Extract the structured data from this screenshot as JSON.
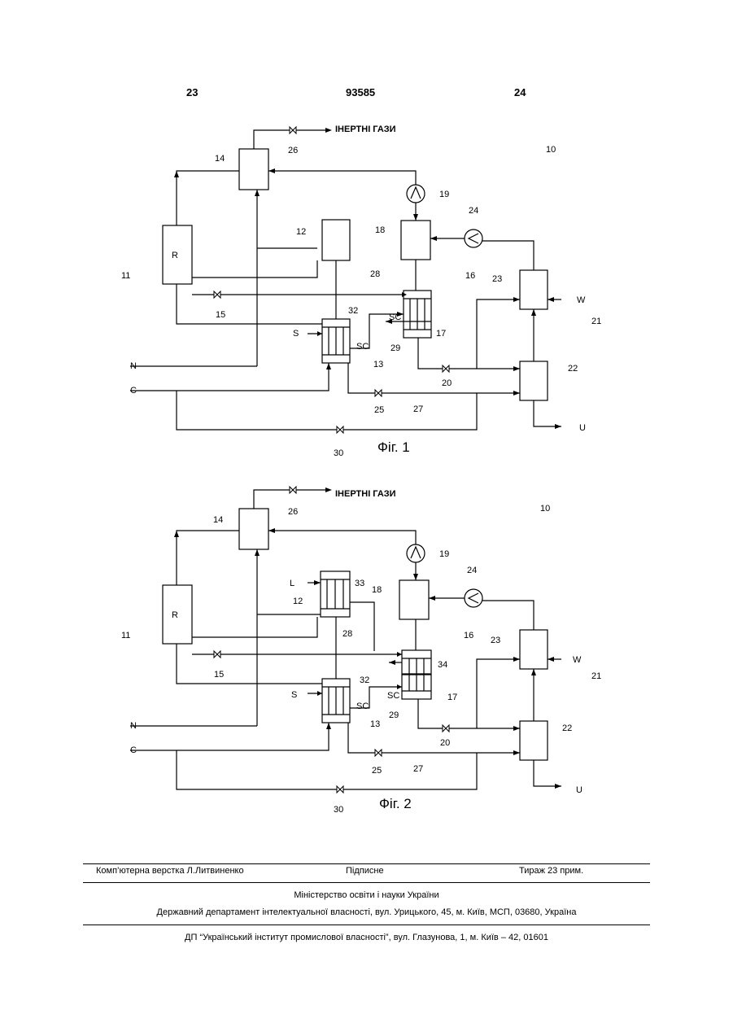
{
  "header": {
    "page_left": "23",
    "patent_number": "93585",
    "page_right": "24"
  },
  "figure1": {
    "caption": "Фіг. 1",
    "outlet_label": "ІНЕРТНІ ГАЗИ",
    "labels": {
      "n10": "10",
      "n11": "11",
      "R": "R",
      "n12": "12",
      "n13": "13",
      "n14": "14",
      "n15": "15",
      "n16": "16",
      "n17": "17",
      "n18": "18",
      "n19": "19",
      "n20": "20",
      "n21": "21",
      "n22": "22",
      "n23": "23",
      "n24": "24",
      "n25": "25",
      "n26": "26",
      "n27": "27",
      "n28": "28",
      "n29": "29",
      "n30": "30",
      "n32": "32",
      "S": "S",
      "SC1": "SC",
      "SC2": "SC",
      "N": "N",
      "C": "C",
      "W": "W",
      "U": "U"
    }
  },
  "figure2": {
    "caption": "Фіг. 2",
    "outlet_label": "ІНЕРТНІ ГАЗИ",
    "labels": {
      "n10": "10",
      "n11": "11",
      "R": "R",
      "n12": "12",
      "n13": "13",
      "n14": "14",
      "n15": "15",
      "n16": "16",
      "n17": "17",
      "n18": "18",
      "n19": "19",
      "n20": "20",
      "n21": "21",
      "n22": "22",
      "n23": "23",
      "n24": "24",
      "n25": "25",
      "n26": "26",
      "n27": "27",
      "n28": "28",
      "n29": "29",
      "n30": "30",
      "n32": "32",
      "n33": "33",
      "n34": "34",
      "L": "L",
      "S": "S",
      "SC1": "SC",
      "SC2": "SC",
      "N": "N",
      "C": "C",
      "W": "W",
      "U": "U"
    }
  },
  "footer": {
    "layout": "Комп’ютерна верстка Л.Литвиненко",
    "signed": "Підписне",
    "circulation": "Тираж 23 прим.",
    "ministry": "Міністерство освіти і науки України",
    "department": "Державний департамент інтелектуальної власності, вул. Урицького, 45, м. Київ, МСП, 03680, Україна",
    "institute": "ДП “Український інститут промислової власності”, вул. Глазунова, 1, м. Київ – 42, 01601"
  }
}
